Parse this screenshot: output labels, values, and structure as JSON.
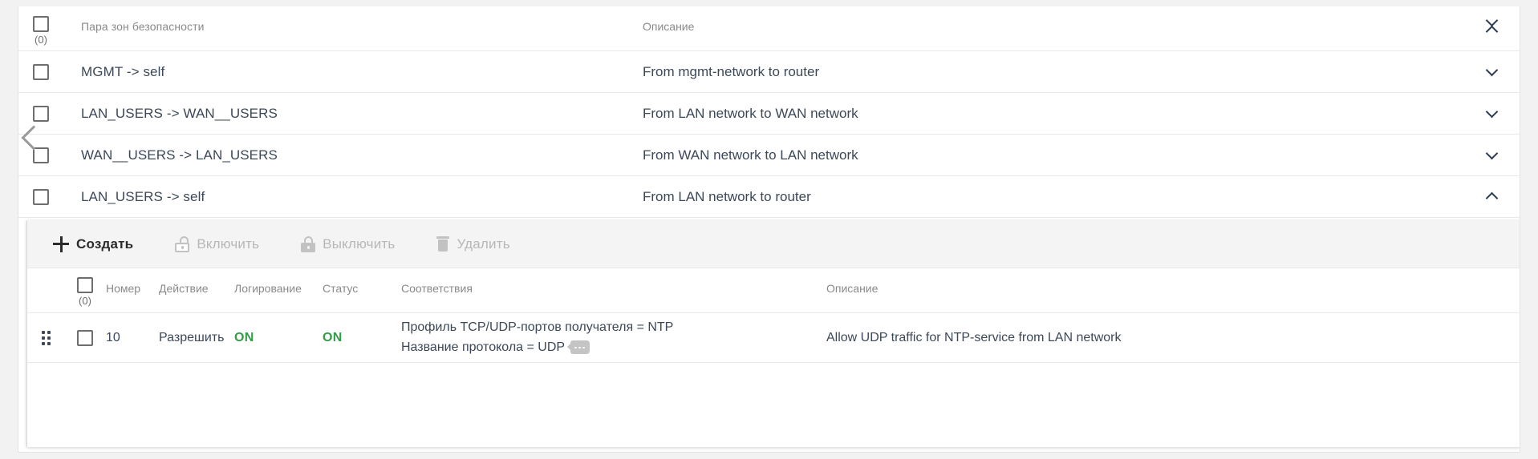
{
  "zone_table": {
    "header": {
      "select_all_count": "(0)",
      "col_pair": "Пара зон безопасности",
      "col_description": "Описание",
      "collapse_all_icon": "collapse-all-icon"
    },
    "rows": [
      {
        "name": "MGMT -> self",
        "description": "From mgmt-network to router",
        "expanded": false
      },
      {
        "name": "LAN_USERS -> WAN__USERS",
        "description": "From LAN network to WAN network",
        "expanded": false
      },
      {
        "name": "WAN__USERS -> LAN_USERS",
        "description": "From WAN network to LAN network",
        "expanded": false
      },
      {
        "name": "LAN_USERS -> self",
        "description": "From LAN network to router",
        "expanded": true
      }
    ],
    "scroll_left_icon": "chevron-left-icon",
    "scroll_right_icon": "chevron-right-icon"
  },
  "detail": {
    "toolbar": {
      "create": "Создать",
      "enable": "Включить",
      "disable": "Выключить",
      "delete": "Удалить"
    },
    "rules_header": {
      "select_all_count": "(0)",
      "number": "Номер",
      "action": "Действие",
      "logging": "Логирование",
      "status": "Статус",
      "matches": "Соответствия",
      "description": "Описание"
    },
    "rules": [
      {
        "number": "10",
        "action": "Разрешить",
        "logging": "ON",
        "status": "ON",
        "match_lines": [
          "Профиль TCP/UDP-портов получателя = NTP",
          "Название протокола = UDP"
        ],
        "more_badge": "…",
        "description": "Allow UDP traffic for NTP-service from LAN network"
      }
    ]
  },
  "colors": {
    "page_background": "#f2f2f2",
    "card_background": "#ffffff",
    "toolbar_background": "#f4f4f4",
    "text_primary": "#3c4858",
    "text_muted": "#8a8a8a",
    "status_on": "#2f9e44",
    "disabled": "#b7b7b7"
  }
}
